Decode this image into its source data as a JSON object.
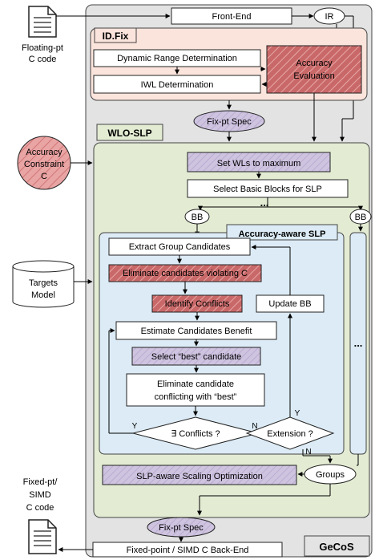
{
  "inputs": {
    "c_code": [
      "Floating-pt",
      "C code"
    ],
    "accuracy": [
      "Accuracy",
      "Constraint",
      "C"
    ],
    "targets": [
      "Targets",
      "Model"
    ],
    "output": [
      "Fixed-pt/",
      "SIMD",
      "C code"
    ]
  },
  "frontend": {
    "label": "Front-End",
    "ir": "IR"
  },
  "idfix": {
    "title": "ID.Fix",
    "drd": "Dynamic Range Determination",
    "iwl": "IWL Determination",
    "accuracy_eval": [
      "Accuracy",
      "Evaluation"
    ]
  },
  "fixpt_spec": "Fix-pt Spec",
  "wlo": {
    "title": "WLO-SLP",
    "set_wl": "Set WLs to maximum",
    "select_bb": "Select Basic Blocks for SLP",
    "dots": "...",
    "bb": "BB",
    "aslp": {
      "title": "Accuracy-aware SLP",
      "extract": "Extract Group Candidates",
      "eliminate": "Eliminate candidates violating  C",
      "identify": "Identify Conflicts",
      "update": "Update BB",
      "estimate": "Estimate Candidates Benefit",
      "select_best": "Select “best” candidate",
      "elim_conf": [
        "Eliminate candidate",
        "conflicting with “best”"
      ],
      "conflicts": "∃ Conflicts ?",
      "extension": "Extension ?",
      "y": "Y",
      "n": "N"
    },
    "side_dots": "...",
    "scaling": "SLP-aware Scaling Optimization",
    "groups": "Groups"
  },
  "backend": "Fixed-point / SIMD C Back-End",
  "gecos": "GeCoS",
  "colors": {
    "gecos_bg": "#e3e3e3",
    "idfix_bg": "#fbe4dc",
    "wlo_bg": "#e3ecd3",
    "aslp_bg": "#dcebf5",
    "red_fill": "#c96868",
    "purple_fill": "#cfc4e0"
  }
}
